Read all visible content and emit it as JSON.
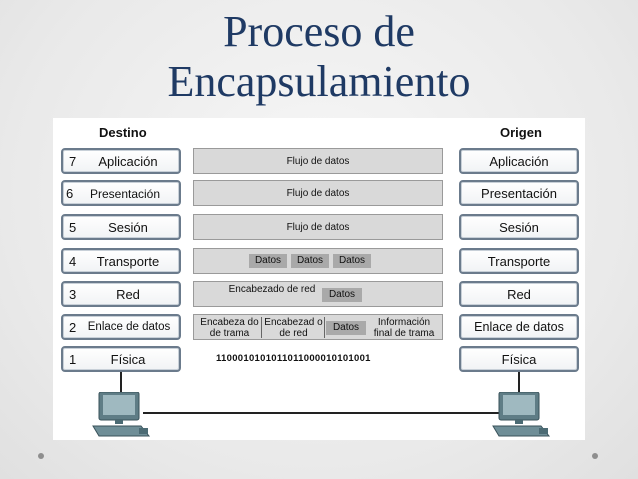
{
  "title": {
    "line1": "Proceso de",
    "line2": "Encapsulamiento"
  },
  "diagram": {
    "destination_header": "Destino",
    "origin_header": "Origen",
    "destination_layers": [
      {
        "num": "7",
        "label": "Aplicación"
      },
      {
        "num": "6",
        "label": "Presentación"
      },
      {
        "num": "5",
        "label": "Sesión"
      },
      {
        "num": "4",
        "label": "Transporte"
      },
      {
        "num": "3",
        "label": "Red"
      },
      {
        "num": "2",
        "label": "Enlace de datos"
      },
      {
        "num": "1",
        "label": "Física"
      }
    ],
    "origin_layers": [
      {
        "label": "Aplicación"
      },
      {
        "label": "Presentación"
      },
      {
        "label": "Sesión"
      },
      {
        "label": "Transporte"
      },
      {
        "label": "Red"
      },
      {
        "label": "Enlace de datos"
      },
      {
        "label": "Física"
      }
    ],
    "flows": {
      "app": "Flujo de datos",
      "pres": "Flujo de datos",
      "ses": "Flujo de datos",
      "transport_segments": [
        "Datos",
        "Datos",
        "Datos"
      ],
      "network_header": "Encabezado de red",
      "network_data": "Datos",
      "frame_header": "Encabeza do de trama",
      "frame_net_header": "Encabezad o de red",
      "frame_data": "Datos",
      "frame_trailer": "Información final de trama",
      "bits": "1100010101011011000010101001"
    }
  },
  "colors": {
    "title": "#1f3a64",
    "layer_border": "#6b7b8c",
    "band": "#d9d9d9",
    "chip": "#a9a9a9"
  }
}
